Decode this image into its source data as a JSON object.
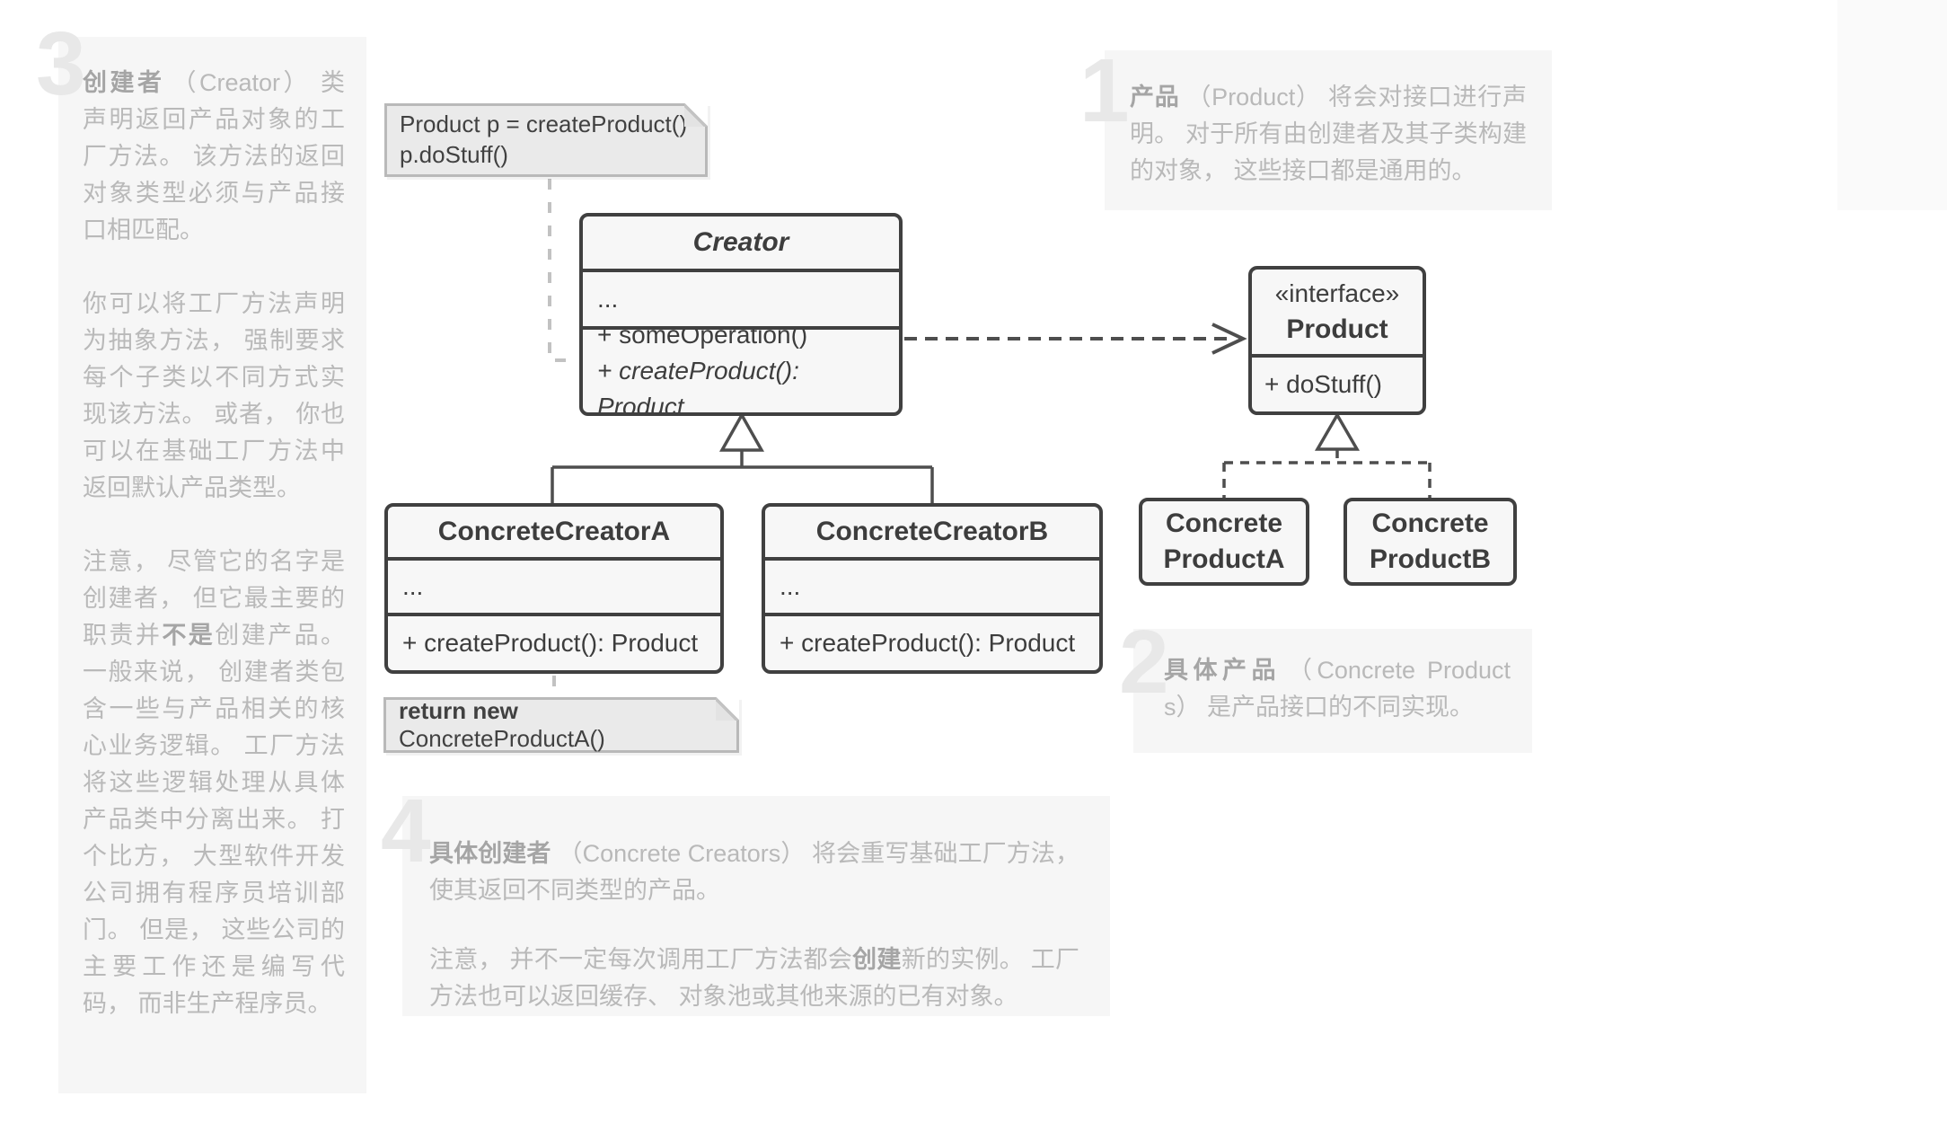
{
  "colors": {
    "background": "#ffffff",
    "callout_background": "#f6f6f6",
    "callout_text": "#b9b9b9",
    "callout_term": "#a5a5a5",
    "big_number": "#e8e8e8",
    "class_border": "#404040",
    "class_fill": "#f7f7f7",
    "class_text": "#3d3d3d",
    "note_fill": "#eaeaea",
    "note_border": "#b9b9b9",
    "connector_dark": "#4e4e4e",
    "connector_light": "#c2c2c2"
  },
  "callouts": {
    "product": {
      "number": "1",
      "term": "产品",
      "p1": "（Product） 将会对接口进行声明。 对于所有由创建者及其子类构建的对象， 这些接口都是通用的。"
    },
    "concrete_products": {
      "number": "2",
      "term": "具体产品",
      "p1": "（Concrete Products） 是产品接口的不同实现。"
    },
    "creator": {
      "number": "3",
      "term": "创建者",
      "p1": "（Creator） 类声明返回产品对象的工厂方法。 该方法的返回对象类型必须与产品接口相匹配。",
      "p2": "你可以将工厂方法声明为抽象方法， 强制要求每个子类以不同方式实现该方法。 或者， 你也可以在基础工厂方法中返回默认产品类型。",
      "p3_pre": "注意， 尽管它的名字是创建者， 但它最主要的职责并",
      "p3_bold": "不是",
      "p3_post": "创建产品。 一般来说， 创建者类包含一些与产品相关的核心业务逻辑。 工厂方法将这些逻辑处理从具体产品类中分离出来。 打个比方， 大型软件开发公司拥有程序员培训部门。 但是， 这些公司的主要工作还是编写代码， 而非生产程序员。"
    },
    "concrete_creators": {
      "number": "4",
      "term": "具体创建者",
      "p1": "（Concrete Creators） 将会重写基础工厂方法， 使其返回不同类型的产品。",
      "p2_pre": "注意， 并不一定每次调用工厂方法都会",
      "p2_bold": "创建",
      "p2_post": "新的实例。 工厂方法也可以返回缓存、 对象池或其他来源的已有对象。"
    }
  },
  "uml": {
    "client_note": {
      "line1": "Product p = createProduct()",
      "line2": "p.doStuff()"
    },
    "creator": {
      "title": "Creator",
      "fields": "...",
      "method_concrete": "+ someOperation()",
      "method_abstract": "+ createProduct(): Product"
    },
    "product": {
      "stereotype": "«interface»",
      "title": "Product",
      "method": "+ doStuff()"
    },
    "creator_a": {
      "title": "ConcreteCreatorA",
      "fields": "...",
      "method": "+ createProduct(): Product"
    },
    "creator_b": {
      "title": "ConcreteCreatorB",
      "fields": "...",
      "method": "+ createProduct(): Product"
    },
    "product_a": {
      "line1": "Concrete",
      "line2": "ProductA"
    },
    "product_b": {
      "line1": "Concrete",
      "line2": "ProductB"
    },
    "return_note": {
      "bold": "return new",
      "rest": " ConcreteProductA()"
    }
  }
}
